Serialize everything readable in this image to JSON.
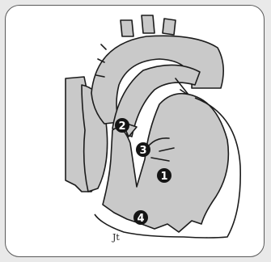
{
  "figure": {
    "markers": [
      {
        "label": "1"
      },
      {
        "label": "2"
      },
      {
        "label": "3"
      },
      {
        "label": "4"
      }
    ],
    "signature": "Jt"
  },
  "colors": {
    "fill": "#c9c9c9",
    "stroke": "#1c1c1c",
    "marker": "#151515",
    "frame_border": "#5a5a5a",
    "background": "#e9e9e9"
  }
}
